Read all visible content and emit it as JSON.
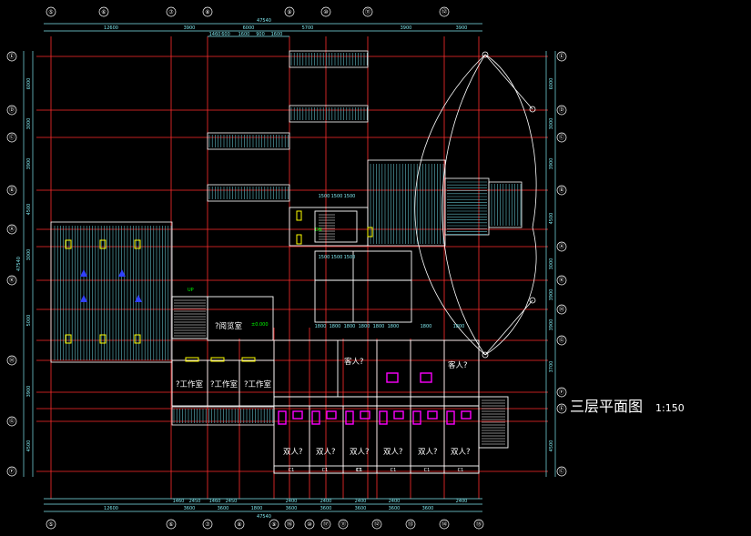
{
  "drawing": {
    "title": "三层平面图",
    "scale": "1:150",
    "colors": {
      "background": "#000000",
      "axis": "#ff2d2d",
      "wall": "#ffffff",
      "roof_hatch": "#5fb9c3",
      "dimension": "#7fe7ee",
      "window": "#ffff00",
      "fixture": "#ff00ff",
      "annotation": "#00ff00",
      "bubble": "#ffffff"
    }
  },
  "grid": {
    "top_labels": [
      "⑤",
      "⑥",
      "⑦",
      "⑧",
      "⑨",
      "⑩",
      "⑪",
      "⑫"
    ],
    "bottom_labels": [
      "⑤",
      "⑥",
      "⑦",
      "⑧",
      "⑨",
      "⑩",
      "⑪",
      "⑫",
      "⑬",
      "⑭",
      "⑮",
      "⑯",
      "⑰"
    ],
    "left_labels": [
      "Ⓔ",
      "Ⓓ",
      "Ⓒ",
      "Ⓑ",
      "Ⓐ",
      "Ⓚ",
      "Ⓗ",
      "Ⓖ",
      "Ⓕ"
    ],
    "right_labels": [
      "Ⓔ",
      "Ⓓ",
      "Ⓒ",
      "Ⓑ",
      "Ⓐ",
      "Ⓚ",
      "Ⓗ",
      "Ⓖ",
      "Ⓕ",
      "Ⓔ",
      "Ⓒ"
    ]
  },
  "dimensions": {
    "top_overall": "47540",
    "top_segments": [
      "12600",
      "3900",
      "6000",
      "5700",
      "3900",
      "3900"
    ],
    "top_sub": [
      "1460",
      "600",
      "1600",
      "900",
      "1600"
    ],
    "bottom_overall": "47540",
    "bottom_segments": [
      "12600",
      "3600",
      "3600",
      "1800",
      "3600",
      "3600",
      "3600",
      "3600",
      "3600"
    ],
    "bottom_sub": [
      "1460",
      "2450",
      "1460",
      "2450",
      "2400",
      "2400",
      "2400",
      "2400",
      "2400"
    ],
    "left_overall": "47540",
    "left_segments": [
      "6000",
      "3000",
      "3900",
      "4500",
      "3000",
      "5000",
      "3900",
      "4500"
    ],
    "right_segments": [
      "6000",
      "3000",
      "3900",
      "4500",
      "3000",
      "3900",
      "3900",
      "3700",
      "4500"
    ],
    "stair_dims_top": [
      "1500",
      "1500",
      "1500"
    ],
    "stair_dims_mid": [
      "1500",
      "1500",
      "1500"
    ],
    "corridor_dims": [
      "1800",
      "1800",
      "1800",
      "1800",
      "1800",
      "1800",
      "1800",
      "1800"
    ]
  },
  "rooms": {
    "lounge": "?阅览室",
    "workshops": [
      "?工作室",
      "?工作室",
      "?工作室"
    ],
    "guest_rooms_top": [
      "客人?",
      "客人?"
    ],
    "double_rooms": [
      "双人?",
      "双人?",
      "双人?",
      "双人?",
      "双人?",
      "双人?"
    ]
  },
  "annotations": {
    "elevation_mark": "±0.000",
    "stair_note": "DN",
    "up_note": "UP",
    "room_codes": [
      "C1",
      "C1",
      "C1",
      "C1",
      "C1",
      "C1",
      "C1"
    ]
  }
}
